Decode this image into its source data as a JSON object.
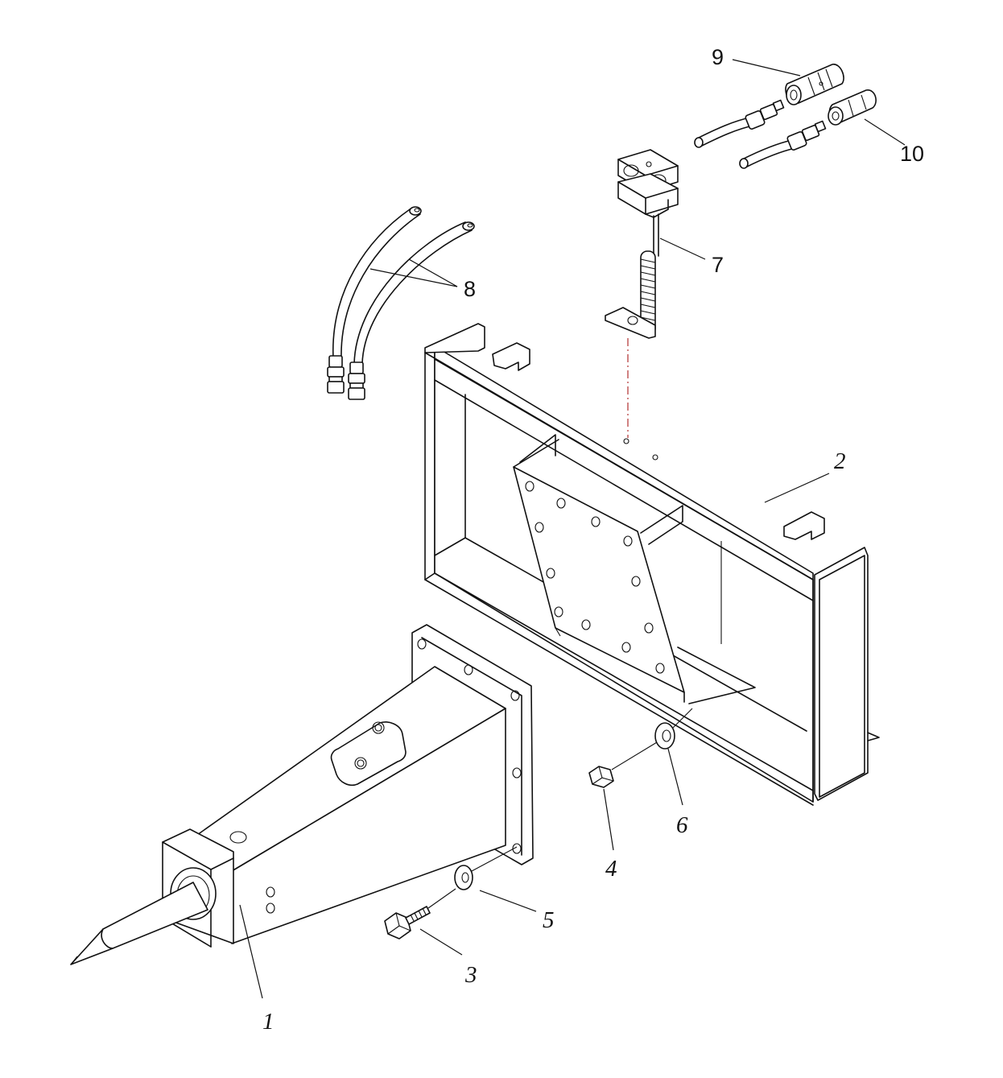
{
  "diagram": {
    "type": "exploded parts diagram",
    "callouts": [
      {
        "id": "1",
        "text": "1",
        "style": "italic"
      },
      {
        "id": "2",
        "text": "2",
        "style": "italic"
      },
      {
        "id": "3",
        "text": "3",
        "style": "italic"
      },
      {
        "id": "4",
        "text": "4",
        "style": "italic"
      },
      {
        "id": "5",
        "text": "5",
        "style": "italic"
      },
      {
        "id": "6",
        "text": "6",
        "style": "italic"
      },
      {
        "id": "7",
        "text": "7",
        "style": "upright"
      },
      {
        "id": "8",
        "text": "8",
        "style": "upright"
      },
      {
        "id": "9",
        "text": "9",
        "style": "upright"
      },
      {
        "id": "10",
        "text": "10",
        "style": "upright"
      }
    ]
  }
}
